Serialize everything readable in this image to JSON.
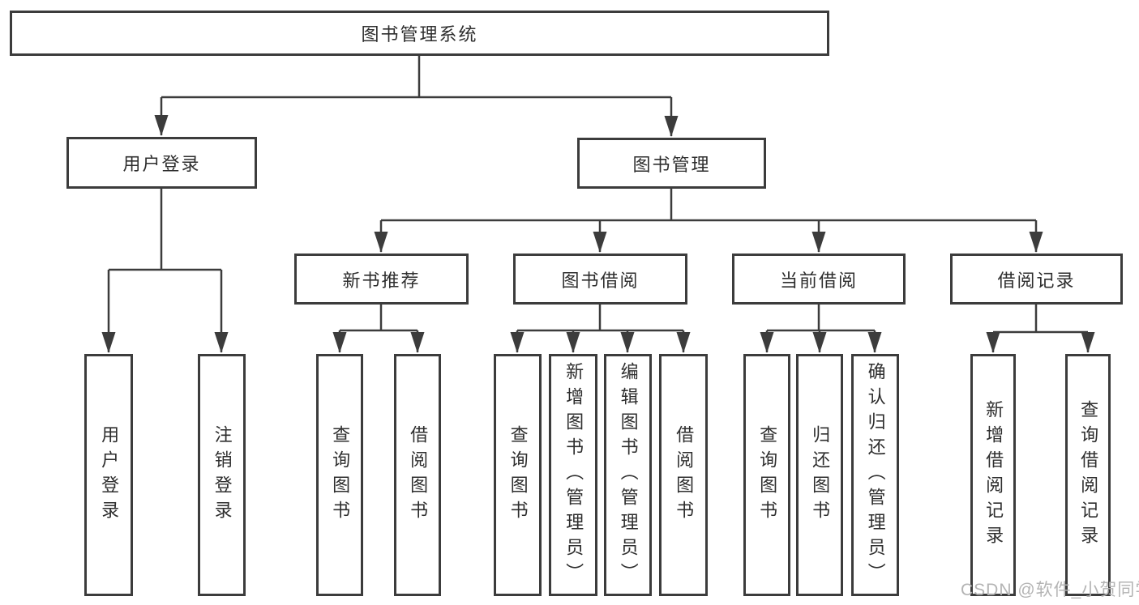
{
  "diagram": {
    "root": {
      "label": "图书管理系统"
    },
    "level2": {
      "userLogin": {
        "label": "用户登录",
        "children": {
          "login": "用户登录",
          "logout": "注销登录"
        }
      },
      "bookMgmt": {
        "label": "图书管理",
        "children": {
          "newBooks": {
            "label": "新书推荐",
            "children": {
              "query": "查询图书",
              "borrow": "借阅图书"
            }
          },
          "bookBorrow": {
            "label": "图书借阅",
            "children": {
              "query": "查询图书",
              "add": "新增图书（管理员）",
              "edit": "编辑图书（管理员）",
              "borrow": "借阅图书"
            }
          },
          "currentBorrow": {
            "label": "当前借阅",
            "children": {
              "query": "查询图书",
              "return": "归还图书",
              "confirm": "确认归还（管理员）"
            }
          },
          "borrowRecords": {
            "label": "借阅记录",
            "children": {
              "add": "新增借阅记录",
              "query": "查询借阅记录"
            }
          }
        }
      }
    }
  },
  "watermark": "CSDN @软件_小贺同学",
  "colors": {
    "line": "#3c3c3c",
    "text": "#2e2e2e",
    "box_background": "#ffffff",
    "watermark": "#b4b4b4",
    "page_background": "#ffffff"
  }
}
